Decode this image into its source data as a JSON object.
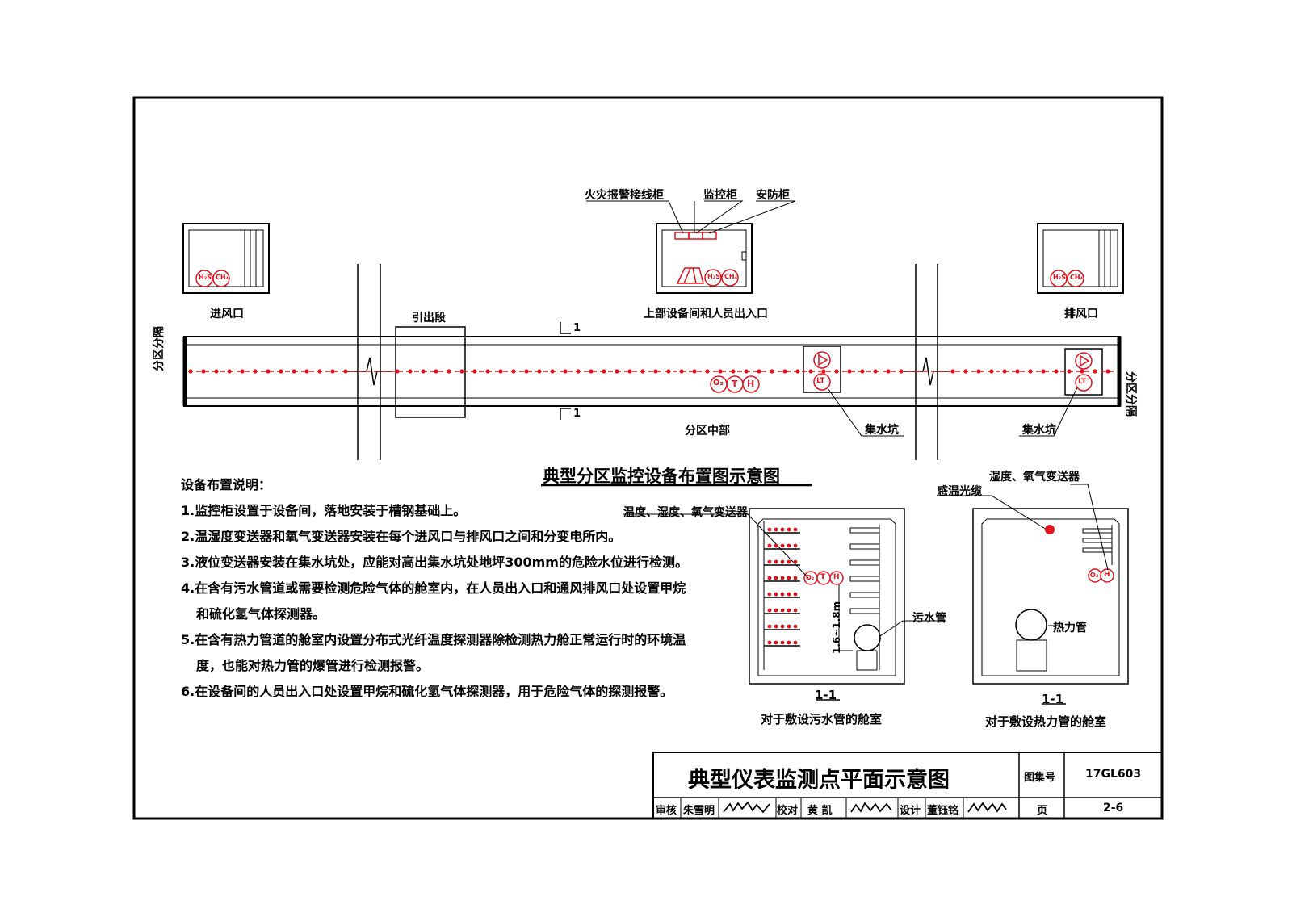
{
  "top_labels": {
    "fire_cabinet": "火灾报警接线柜",
    "monitor_cabinet": "监控柜",
    "security_cabinet": "安防柜"
  },
  "rooms": {
    "inlet": "进风口",
    "equipment": "上部设备间和人员出入口",
    "exhaust": "排风口"
  },
  "tunnel": {
    "lead_out": "引出段",
    "partition_left": "分区分隔",
    "partition_right": "分区分隔",
    "middle": "分区中部",
    "sump_1": "集水坑",
    "sump_2": "集水坑",
    "section_mark": "1"
  },
  "sensors": {
    "h2s": "H₂S",
    "ch4": "CH₄",
    "o2": "O₂",
    "t": "T",
    "h": "H",
    "lt": "LT"
  },
  "layout_title": "典型分区监控设备布置图示意图",
  "notes": {
    "heading": "设备布置说明：",
    "items": [
      "1.监控柜设置于设备间，落地安装于槽钢基础上。",
      "2.温湿度变送器和氧气变送器安装在每个进风口与排风口之间和分变电所内。",
      "3.液位变送器安装在集水坑处，应能对高出集水坑处地坪300mm的危险水位进行检测。",
      "4.在含有污水管道或需要检测危险气体的舱室内，在人员出入口和通风排风口处设置甲烷",
      "和硫化氢气体探测器。",
      "5.在含有热力管道的舱室内设置分布式光纤温度探测器除检测热力舱正常运行时的环境温",
      "度，也能对热力管的爆管进行检测报警。",
      "6.在设备间的人员出入口处设置甲烷和硫化氢气体探测器，用于危险气体的探测报警。"
    ]
  },
  "section_left": {
    "sensor_label": "温度、湿度、氧气变送器",
    "pipe_label": "污水管",
    "dimension": "1.6~1.8m",
    "section_id": "1-1",
    "caption": "对于敷设污水管的舱室"
  },
  "section_right": {
    "sensor_label": "湿度、氧气变送器",
    "fiber_label": "感温光缆",
    "pipe_label": "热力管",
    "section_id": "1-1",
    "caption": "对于敷设热力管的舱室"
  },
  "title_block": {
    "title": "典型仪表监测点平面示意图",
    "atlas_label": "图集号",
    "atlas_no": "17GL603",
    "review_label": "审核",
    "reviewer": "朱雪明",
    "check_label": "校对",
    "checker": "黄 凯",
    "design_label": "设计",
    "designer": "董钰铭",
    "page_label": "页",
    "page_no": "2-6"
  },
  "colors": {
    "line": "#000000",
    "sensor": "#e0141e"
  }
}
